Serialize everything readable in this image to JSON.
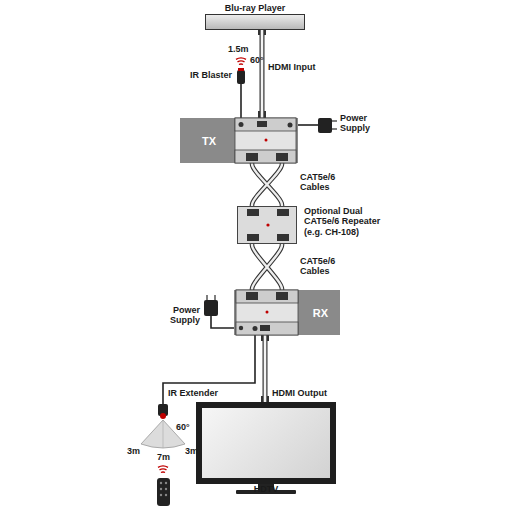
{
  "diagram": {
    "nodes": [
      {
        "text": [
          "Blu-ray Player"
        ]
      },
      {
        "text": [
          "TX"
        ]
      },
      {
        "text": [
          "Optional Dual CAT5e/6 Repeater (e.g. CH-108)"
        ]
      },
      {
        "text": [
          "RX"
        ]
      },
      {
        "text": [
          "HDTV"
        ]
      }
    ],
    "edges": [
      {
        "from": 0,
        "to": 1,
        "label": "HDMI Input",
        "arrow": "none"
      },
      {
        "from": 1,
        "to": 2,
        "label": "CAT5e/6 Cables",
        "arrow": "none"
      },
      {
        "from": 2,
        "to": 3,
        "label": "CAT5e/6 Cables",
        "arrow": "none"
      },
      {
        "from": 3,
        "to": 4,
        "label": "HDMI Output",
        "arrow": "none"
      }
    ],
    "labels": [
      "IR Blaster",
      "1.5m",
      "60°",
      "Power Supply",
      "Power Supply",
      "IR Extender",
      "60°",
      "3m",
      "7m",
      "3m"
    ]
  }
}
